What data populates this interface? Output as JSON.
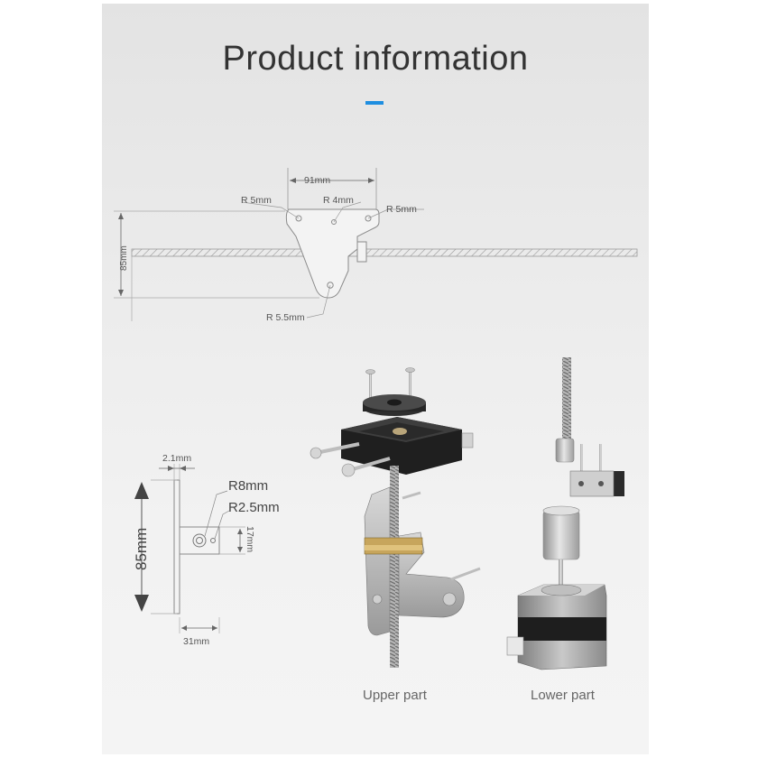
{
  "title": "Product information",
  "accent_color": "#1e8ee0",
  "top_drawing": {
    "width": "91mm",
    "r_left": "R 5mm",
    "r_center": "R 4mm",
    "r_right": "R 5mm",
    "height": "85mm",
    "r_bottom": "R 5.5mm"
  },
  "side_drawing": {
    "thickness": "2.1mm",
    "r_large": "R8mm",
    "r_small": "R2.5mm",
    "height": "85mm",
    "offset": "17mm",
    "width": "31mm"
  },
  "captions": {
    "upper": "Upper part",
    "lower": "Lower part"
  }
}
